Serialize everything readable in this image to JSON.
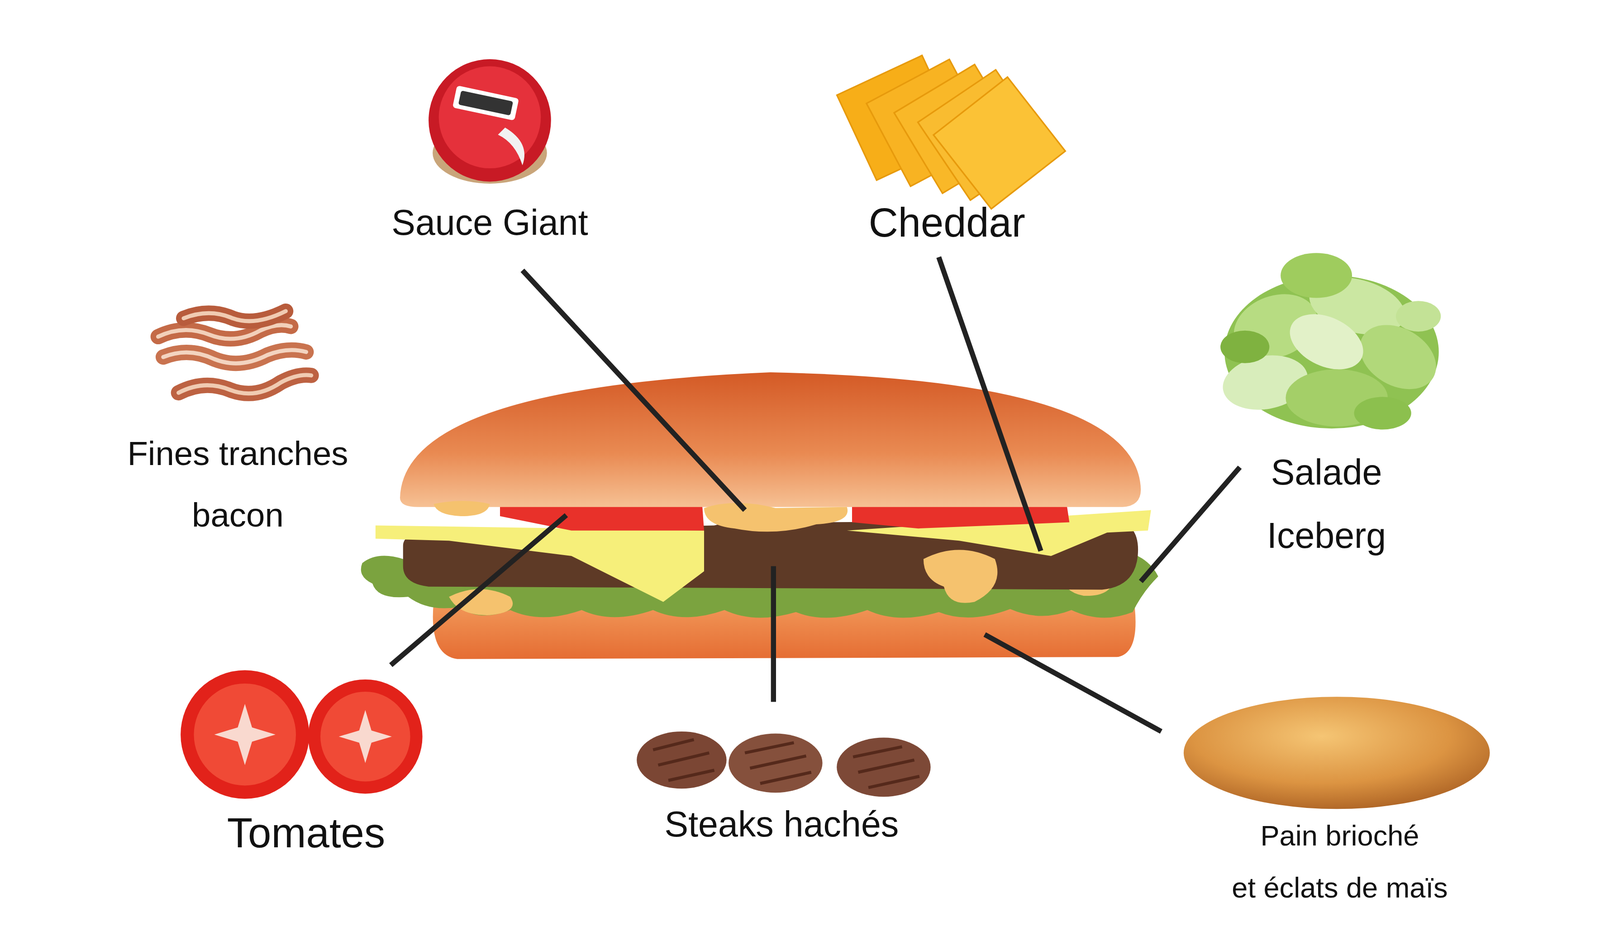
{
  "diagram": {
    "labels": [
      "Sauce Giant",
      "Cheddar",
      "Fines tranches bacon",
      "Salade Iceberg",
      "Tomates",
      "Steaks hachés",
      "Pain brioché et éclats de maïs"
    ]
  }
}
